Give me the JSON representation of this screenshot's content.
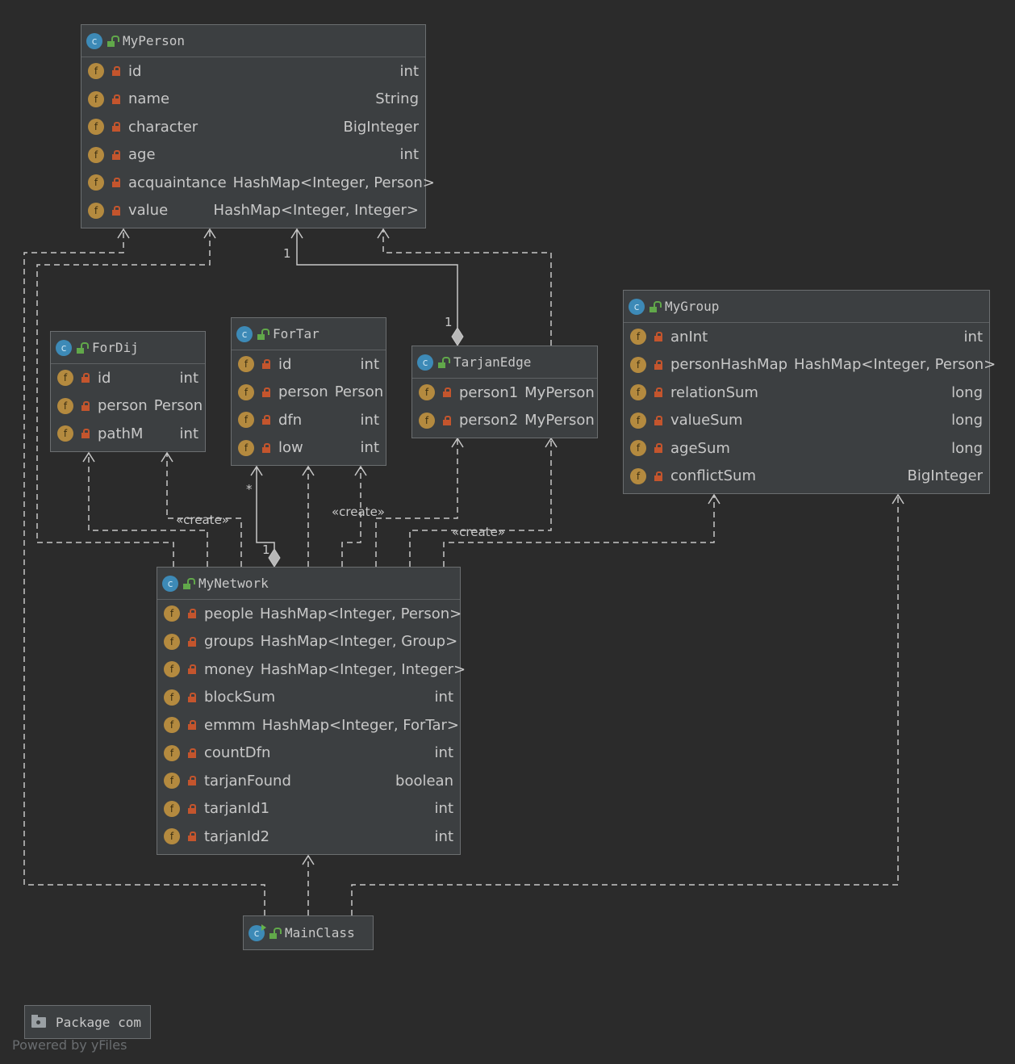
{
  "classes": {
    "myperson": {
      "name": "MyPerson",
      "fields": [
        {
          "name": "id",
          "type": "int"
        },
        {
          "name": "name",
          "type": "String"
        },
        {
          "name": "character",
          "type": "BigInteger"
        },
        {
          "name": "age",
          "type": "int"
        },
        {
          "name": "acquaintance",
          "type": "HashMap<Integer, Person>"
        },
        {
          "name": "value",
          "type": "HashMap<Integer, Integer>"
        }
      ]
    },
    "fordij": {
      "name": "ForDij",
      "fields": [
        {
          "name": "id",
          "type": "int"
        },
        {
          "name": "person",
          "type": "Person"
        },
        {
          "name": "pathM",
          "type": "int"
        }
      ]
    },
    "fortar": {
      "name": "ForTar",
      "fields": [
        {
          "name": "id",
          "type": "int"
        },
        {
          "name": "person",
          "type": "Person"
        },
        {
          "name": "dfn",
          "type": "int"
        },
        {
          "name": "low",
          "type": "int"
        }
      ]
    },
    "tarjanedge": {
      "name": "TarjanEdge",
      "fields": [
        {
          "name": "person1",
          "type": "MyPerson"
        },
        {
          "name": "person2",
          "type": "MyPerson"
        }
      ]
    },
    "mygroup": {
      "name": "MyGroup",
      "fields": [
        {
          "name": "anInt",
          "type": "int"
        },
        {
          "name": "personHashMap",
          "type": "HashMap<Integer, Person>"
        },
        {
          "name": "relationSum",
          "type": "long"
        },
        {
          "name": "valueSum",
          "type": "long"
        },
        {
          "name": "ageSum",
          "type": "long"
        },
        {
          "name": "conflictSum",
          "type": "BigInteger"
        }
      ]
    },
    "mynetwork": {
      "name": "MyNetwork",
      "fields": [
        {
          "name": "people",
          "type": "HashMap<Integer, Person>"
        },
        {
          "name": "groups",
          "type": "HashMap<Integer, Group>"
        },
        {
          "name": "money",
          "type": "HashMap<Integer, Integer>"
        },
        {
          "name": "blockSum",
          "type": "int"
        },
        {
          "name": "emmm",
          "type": "HashMap<Integer, ForTar>"
        },
        {
          "name": "countDfn",
          "type": "int"
        },
        {
          "name": "tarjanFound",
          "type": "boolean"
        },
        {
          "name": "tarjanId1",
          "type": "int"
        },
        {
          "name": "tarjanId2",
          "type": "int"
        }
      ]
    },
    "mainclass": {
      "name": "MainClass",
      "fields": []
    }
  },
  "edge_labels": {
    "create_fordij": "«create»",
    "create_fortar": "«create»",
    "create_tarjanedge": "«create»",
    "mult_person_one": "1",
    "mult_tarjan_one": "1",
    "mult_fortar_many": "*",
    "mult_network_one": "1"
  },
  "icons": {
    "class_icon": "class-c-icon",
    "field_icon": "field-f-icon",
    "private_icon": "lock-icon",
    "public_icon": "unlock-icon",
    "folder_icon": "folder-icon"
  },
  "icon_glyphs": {
    "class": "c",
    "field": "f"
  },
  "package": {
    "label": "Package com"
  },
  "footer": {
    "powered": "Powered by yFiles"
  },
  "colors": {
    "background": "#2b2b2b",
    "box": "#3c3f41",
    "edge": "#c8c8c8",
    "class_icon": "#3d8ab7",
    "field_icon": "#b48a3f",
    "lock": "#c4552d",
    "unlock": "#61a84a"
  }
}
